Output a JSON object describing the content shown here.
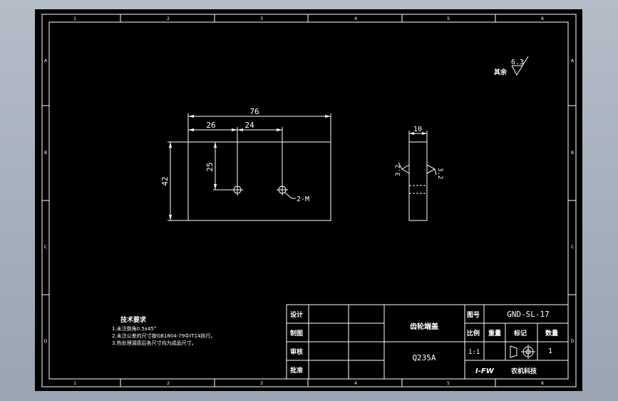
{
  "drawing": {
    "border_zones": {
      "columns": [
        "1",
        "2",
        "3",
        "4",
        "5",
        "6"
      ],
      "rows": [
        "A",
        "B",
        "C",
        "D"
      ]
    },
    "surface_finish": {
      "prefix": "其余",
      "value": "6.3"
    },
    "front_view": {
      "dim_total_width": "76",
      "dim_left": "26",
      "dim_spacing": "24",
      "dim_hole_height": "25",
      "dim_height": "42",
      "hole_callout": "2-M"
    },
    "side_view": {
      "dim_thickness": "10",
      "finish_left": "3.2",
      "finish_right": "3.2"
    },
    "tech_requirements": {
      "title": "技术要求",
      "lines": [
        "1.未注倒角0.5x45°",
        "2.未注公差的尺寸按GB1804-79中IT14执行。",
        "3.热处理调质后各尺寸均为成品尺寸。"
      ]
    },
    "title_block": {
      "row_labels": [
        "设计",
        "制图",
        "审核",
        "批准"
      ],
      "part_name": "齿轮端盖",
      "material": "Q235A",
      "drawing_number_label": "图号",
      "drawing_number": "GND-SL-17",
      "col_headers": [
        "比例",
        "重量",
        "标记",
        "数量"
      ],
      "scale": "1:1",
      "quantity": "1",
      "company_logo": "I-FW",
      "company_name": "农机科技"
    }
  }
}
